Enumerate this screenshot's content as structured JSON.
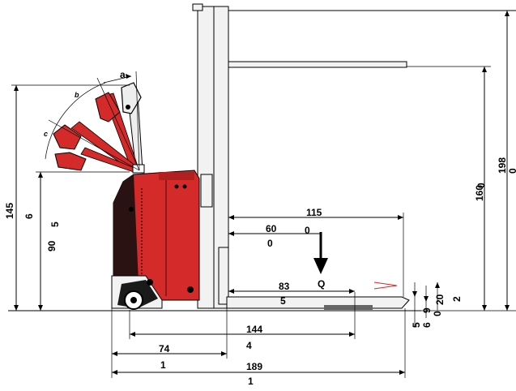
{
  "colors": {
    "body_red": "#d42a2a",
    "body_dark": "#2a1212",
    "line": "#000000"
  },
  "labels": {
    "d_115": "115",
    "d_60": "60",
    "d_60_b": "0",
    "d_60_c": "0",
    "d_83": "83",
    "d_83_b": "5",
    "d_144": "144",
    "d_144_b": "4",
    "d_74": "74",
    "d_74_b": "1",
    "d_189": "189",
    "d_189_b": "1",
    "d_145": "145",
    "d_145_b": "6",
    "d_90": "90",
    "d_90_b": "5",
    "d_160": "160",
    "d_160_b": "0",
    "d_198": "198",
    "d_198_b": "0",
    "d_20": "20",
    "d_20_b": "2",
    "d_9": "9",
    "d_9_b": "6",
    "d_5": "5",
    "d_0": "0",
    "angle_a": "a",
    "angle_b": "b",
    "angle_c": "c",
    "load_q": "Q"
  }
}
